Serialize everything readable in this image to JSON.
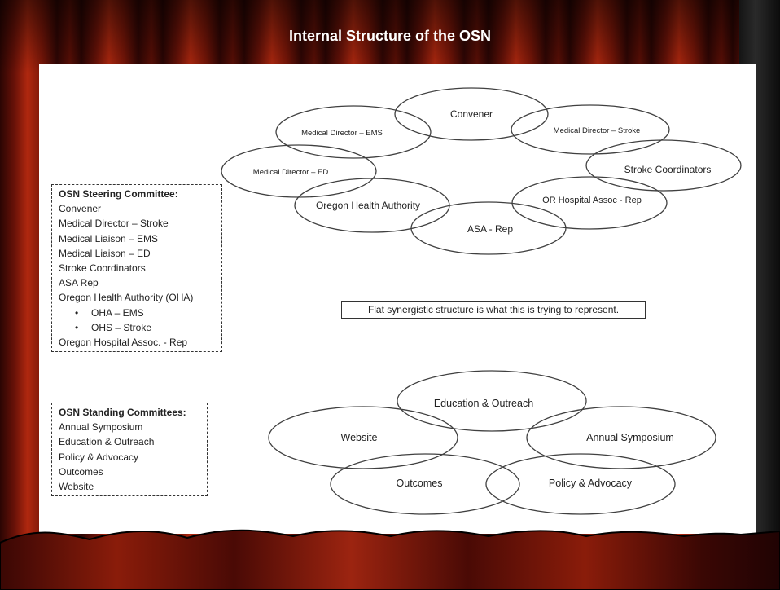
{
  "title": "Internal Structure of the OSN",
  "steering_committee": {
    "heading": "OSN Steering Committee:",
    "items": [
      "Convener",
      "Medical Director – Stroke",
      "Medical Liaison – EMS",
      "Medical Liaison – ED",
      "Stroke Coordinators",
      "ASA Rep",
      "Oregon Health Authority (OHA)"
    ],
    "subitems": [
      "OHA – EMS",
      "OHS – Stroke"
    ],
    "last_item": "Oregon Hospital Assoc. - Rep"
  },
  "standing_committees": {
    "heading": "OSN Standing Committees:",
    "items": [
      "Annual Symposium",
      "Education & Outreach",
      "Policy & Advocacy",
      "Outcomes",
      "Website"
    ]
  },
  "steering_ovals": {
    "convener": "Convener",
    "md_ems": "Medical Director – EMS",
    "md_stroke": "Medical Director – Stroke",
    "md_ed": "Medical Director – ED",
    "stroke_coordinators": "Stroke Coordinators",
    "oha": "Oregon Health Authority",
    "or_hospital": "OR Hospital Assoc - Rep",
    "asa": "ASA - Rep"
  },
  "note": "Flat synergistic structure is what this is trying to represent.",
  "standing_ovals": {
    "education": "Education & Outreach",
    "website": "Website",
    "symposium": "Annual Symposium",
    "outcomes": "Outcomes",
    "policy": "Policy & Advocacy"
  }
}
